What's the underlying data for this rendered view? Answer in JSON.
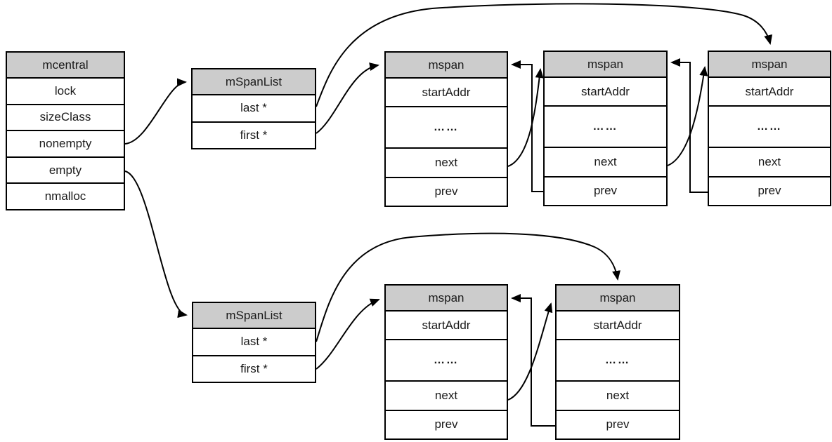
{
  "colors": {
    "header_fill": "#cccccc",
    "border": "#000000",
    "text": "#1a1a1a",
    "background": "#ffffff"
  },
  "nodes": {
    "mcentral": {
      "title": "mcentral",
      "fields": [
        "lock",
        "sizeClass",
        "nonempty",
        "empty",
        "nmalloc"
      ]
    },
    "spanlist_top": {
      "title": "mSpanList",
      "fields": [
        "last *",
        "first *"
      ]
    },
    "spanlist_bottom": {
      "title": "mSpanList",
      "fields": [
        "last *",
        "first *"
      ]
    },
    "mspans": [
      {
        "title": "mspan",
        "fields": [
          "startAddr",
          "……",
          "next",
          "prev"
        ]
      },
      {
        "title": "mspan",
        "fields": [
          "startAddr",
          "……",
          "next",
          "prev"
        ]
      },
      {
        "title": "mspan",
        "fields": [
          "startAddr",
          "……",
          "next",
          "prev"
        ]
      },
      {
        "title": "mspan",
        "fields": [
          "startAddr",
          "……",
          "next",
          "prev"
        ]
      },
      {
        "title": "mspan",
        "fields": [
          "startAddr",
          "……",
          "next",
          "prev"
        ]
      }
    ]
  },
  "edges": [
    {
      "from": "mcentral.nonempty",
      "to": "mSpanList-top"
    },
    {
      "from": "mcentral.empty",
      "to": "mSpanList-bottom"
    },
    {
      "from": "mSpanList-top.last*",
      "to": "mspan-top-3.header-top"
    },
    {
      "from": "mSpanList-top.first*",
      "to": "mspan-top-1.header"
    },
    {
      "from": "mspan-top-1.next",
      "to": "mspan-top-2.header"
    },
    {
      "from": "mspan-top-2.prev",
      "to": "mspan-top-1.header"
    },
    {
      "from": "mspan-top-2.next",
      "to": "mspan-top-3.header"
    },
    {
      "from": "mspan-top-3.prev",
      "to": "mspan-top-2.header"
    },
    {
      "from": "mSpanList-bottom.last*",
      "to": "mspan-bottom-2.header-top"
    },
    {
      "from": "mSpanList-bottom.first*",
      "to": "mspan-bottom-1.header"
    },
    {
      "from": "mspan-bottom-1.next",
      "to": "mspan-bottom-2.header"
    },
    {
      "from": "mspan-bottom-2.prev",
      "to": "mspan-bottom-1.header"
    }
  ]
}
